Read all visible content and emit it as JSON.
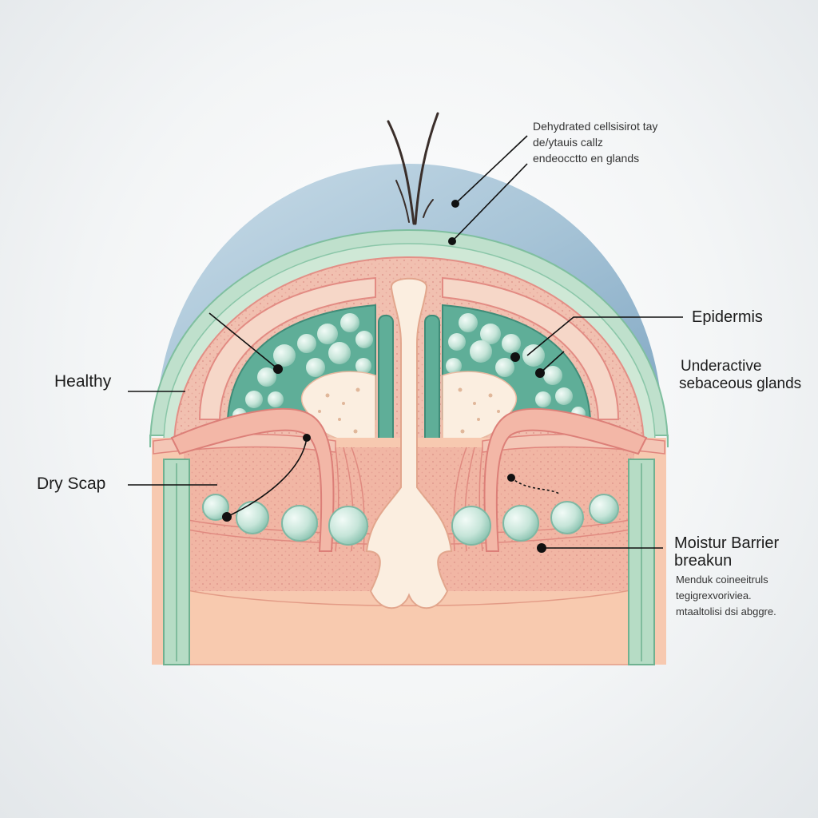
{
  "labels": {
    "top_note": [
      "Dehydrated cellsisirot tay",
      "de/ytauis callz",
      "endeocctto en glands"
    ],
    "healthy": "Healthy",
    "dry_scap": "Dry Scap",
    "epidermis": "Epidermis",
    "underactive": [
      "Underactive",
      "sebaceous glands"
    ],
    "moisture": [
      "Moistur Barrier",
      "breakun"
    ],
    "moisture_note": [
      "Menduk coineeitruls",
      "tegigrexvoriviea.",
      "mtaaltolisi dsi abggre."
    ]
  },
  "colors": {
    "outer_dome": "#9fbfd3",
    "green_band": "#bfe0cc",
    "pink_tissue": "#f2b9a8",
    "deep_tissue": "#f7c9b0",
    "gland_green": "#5fae98",
    "bubble": "#cfe9df",
    "cream": "#fbeee0",
    "leader_line": "#111111"
  }
}
